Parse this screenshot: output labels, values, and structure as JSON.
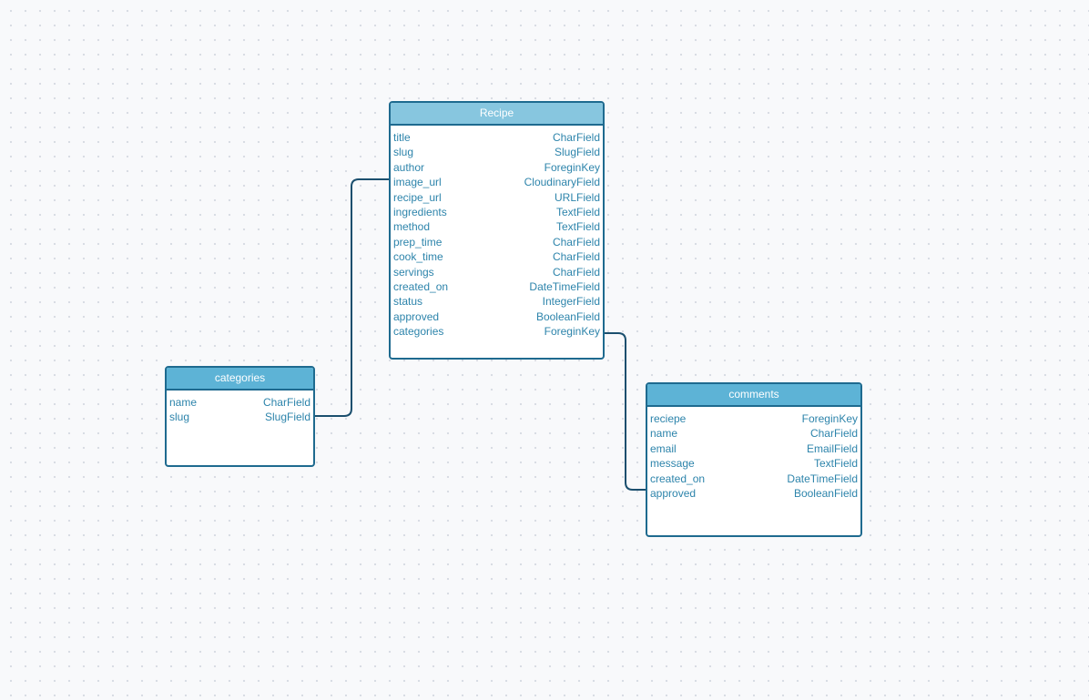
{
  "tables": {
    "recipe": {
      "title": "Recipe",
      "header_color": "#87c6df",
      "fields": [
        {
          "name": "title",
          "type": "CharField"
        },
        {
          "name": "slug",
          "type": "SlugField"
        },
        {
          "name": "author",
          "type": "ForeginKey"
        },
        {
          "name": "image_url",
          "type": "CloudinaryField"
        },
        {
          "name": "recipe_url",
          "type": "URLField"
        },
        {
          "name": "ingredients",
          "type": "TextField"
        },
        {
          "name": "method",
          "type": "TextField"
        },
        {
          "name": "prep_time",
          "type": "CharField"
        },
        {
          "name": "cook_time",
          "type": "CharField"
        },
        {
          "name": "servings",
          "type": "CharField"
        },
        {
          "name": "created_on",
          "type": "DateTimeField"
        },
        {
          "name": "status",
          "type": "IntegerField"
        },
        {
          "name": "approved",
          "type": "BooleanField"
        },
        {
          "name": "categories",
          "type": "ForeginKey"
        }
      ]
    },
    "categories": {
      "title": "categories",
      "header_color": "#5db3d6",
      "fields": [
        {
          "name": "name",
          "type": "CharField"
        },
        {
          "name": "slug",
          "type": "SlugField"
        }
      ]
    },
    "comments": {
      "title": "comments",
      "header_color": "#5db3d6",
      "fields": [
        {
          "name": "reciepe",
          "type": "ForeginKey"
        },
        {
          "name": "name",
          "type": "CharField"
        },
        {
          "name": "email",
          "type": "EmailField"
        },
        {
          "name": "message",
          "type": "TextField"
        },
        {
          "name": "created_on",
          "type": "DateTimeField"
        },
        {
          "name": "approved",
          "type": "BooleanField"
        }
      ]
    }
  },
  "relations": [
    {
      "from": "categories.slug",
      "to": "recipe.image_url"
    },
    {
      "from": "recipe.categories",
      "to": "comments.approved"
    }
  ],
  "colors": {
    "border": "#1e6a8f",
    "field_text": "#2d84ab",
    "connector": "#1b4f6e"
  }
}
